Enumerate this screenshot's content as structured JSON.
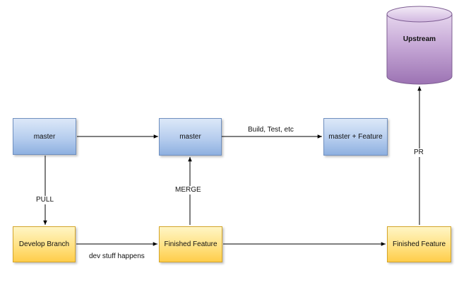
{
  "nodes": {
    "master_left": "master",
    "master_center": "master",
    "master_feature": "master + Feature",
    "develop_branch": "Develop Branch",
    "finished_feature_center": "Finished Feature",
    "finished_feature_right": "Finished Feature",
    "upstream": "Upstream"
  },
  "edges": {
    "pull": "PULL",
    "dev_stuff": "dev stuff happens",
    "merge": "MERGE",
    "build_test": "Build, Test, etc",
    "pr": "PR"
  },
  "colors": {
    "blue_node": "#b6cdee",
    "yellow_node": "#ffe07e",
    "upstream_db": "#b897c8",
    "edge_line": "#000000"
  }
}
